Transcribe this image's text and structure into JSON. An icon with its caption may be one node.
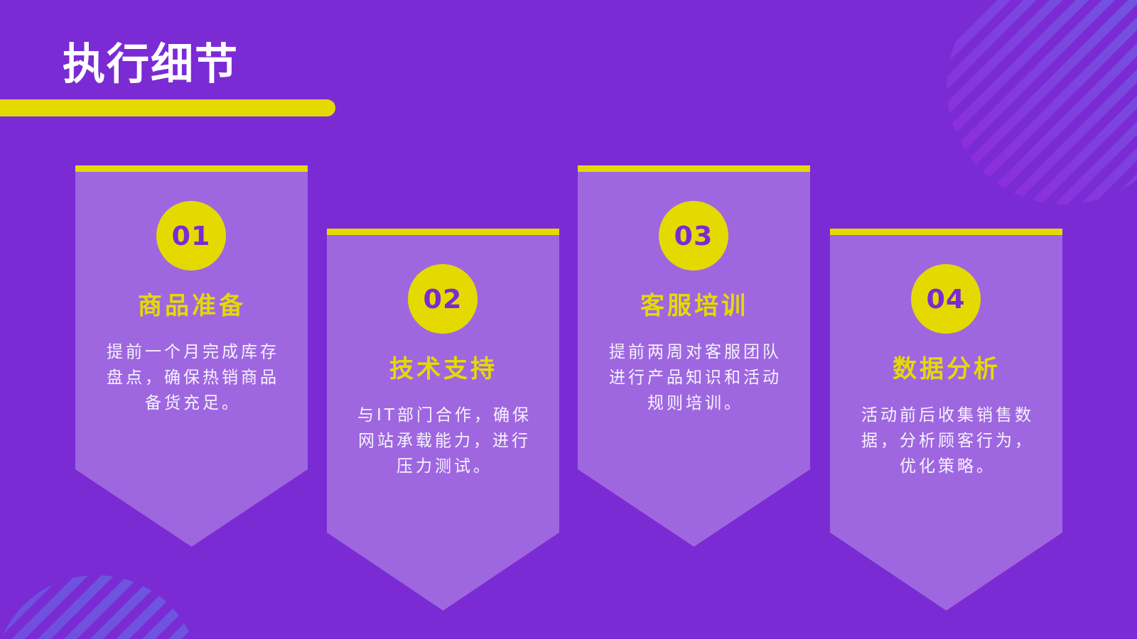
{
  "diagram": {
    "title": "执行细节",
    "nodes": [
      {
        "text": [
          "商品准备",
          "提前一个月完成库存盘点，确保热销商品备货充足。"
        ]
      },
      {
        "text": [
          "01"
        ],
        "in": 0
      },
      {
        "text": [
          "技术支持",
          "与IT部门合作，确保网站承载能力，进行压力测试。"
        ]
      },
      {
        "text": [
          "02"
        ],
        "in": 2
      },
      {
        "text": [
          "客服培训",
          "提前两周对客服团队进行产品知识和活动规则培训。"
        ]
      },
      {
        "text": [
          "03"
        ],
        "in": 4
      },
      {
        "text": [
          "数据分析",
          "活动前后收集销售数据，分析顾客行为，优化策略。"
        ]
      },
      {
        "text": [
          "04"
        ],
        "in": 6
      }
    ]
  }
}
